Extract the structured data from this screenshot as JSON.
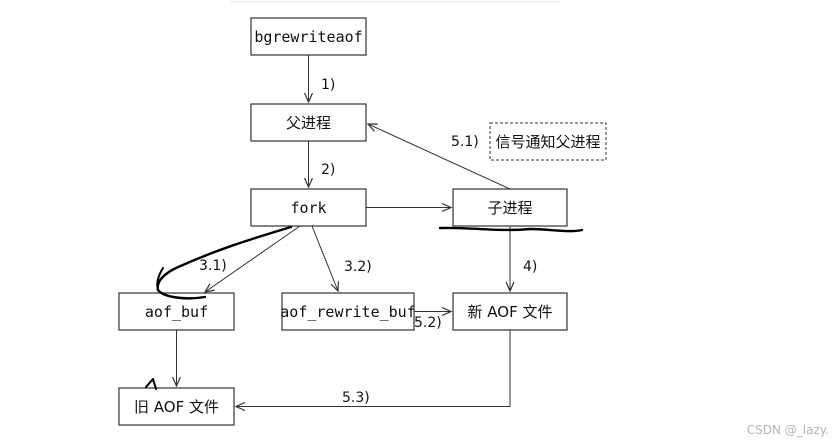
{
  "nodes": {
    "bgrewriteaof": "bgrewriteaof",
    "parent": "父进程",
    "fork": "fork",
    "child": "子进程",
    "signal_note": "信号通知父进程",
    "aof_buf": "aof_buf",
    "aof_rewrite_buf": "aof_rewrite_buf",
    "new_aof": "新 AOF 文件",
    "old_aof": "旧 AOF 文件"
  },
  "steps": {
    "s1": "1)",
    "s2": "2)",
    "s3_1": "3.1)",
    "s3_2": "3.2)",
    "s4": "4)",
    "s5_1": "5.1)",
    "s5_2": "5.2)",
    "s5_3": "5.3)"
  },
  "watermark": "CSDN @_lazy.",
  "colors": {
    "line": "#333333",
    "box_border": "#333333",
    "pen_marks": "#000000",
    "watermark": "#b4b4b4"
  }
}
